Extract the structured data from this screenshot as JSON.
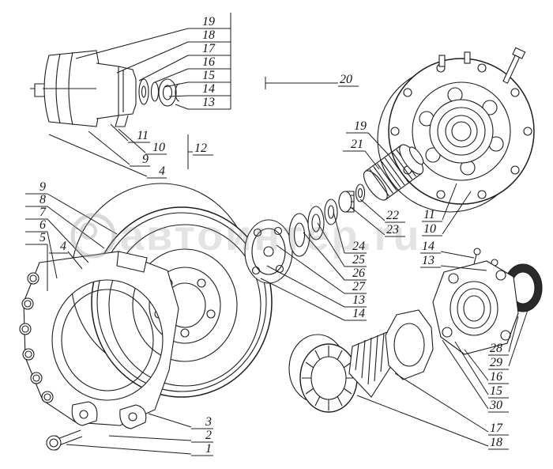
{
  "figure": {
    "line_color": "#1c1c1c",
    "seal_fill": "#2a2a2a",
    "watermark_color": "rgba(128,128,128,0.40)"
  },
  "watermark": {
    "text": "автоинтер.ru"
  },
  "callouts": [
    {
      "label": "19"
    },
    {
      "label": "18"
    },
    {
      "label": "17"
    },
    {
      "label": "16"
    },
    {
      "label": "15"
    },
    {
      "label": "14"
    },
    {
      "label": "13"
    },
    {
      "label": "20"
    },
    {
      "label": "11"
    },
    {
      "label": "10"
    },
    {
      "label": "9"
    },
    {
      "label": "4"
    },
    {
      "label": "12"
    },
    {
      "label": "19"
    },
    {
      "label": "21"
    },
    {
      "label": "22"
    },
    {
      "label": "23"
    },
    {
      "label": "11"
    },
    {
      "label": "10"
    },
    {
      "label": "24"
    },
    {
      "label": "25"
    },
    {
      "label": "26"
    },
    {
      "label": "27"
    },
    {
      "label": "13"
    },
    {
      "label": "14"
    },
    {
      "label": "9"
    },
    {
      "label": "8"
    },
    {
      "label": "7"
    },
    {
      "label": "6"
    },
    {
      "label": "5"
    },
    {
      "label": "4"
    },
    {
      "label": "14"
    },
    {
      "label": "13"
    },
    {
      "label": "28"
    },
    {
      "label": "29"
    },
    {
      "label": "16"
    },
    {
      "label": "15"
    },
    {
      "label": "30"
    },
    {
      "label": "17"
    },
    {
      "label": "18"
    },
    {
      "label": "3"
    },
    {
      "label": "2"
    },
    {
      "label": "1"
    }
  ]
}
